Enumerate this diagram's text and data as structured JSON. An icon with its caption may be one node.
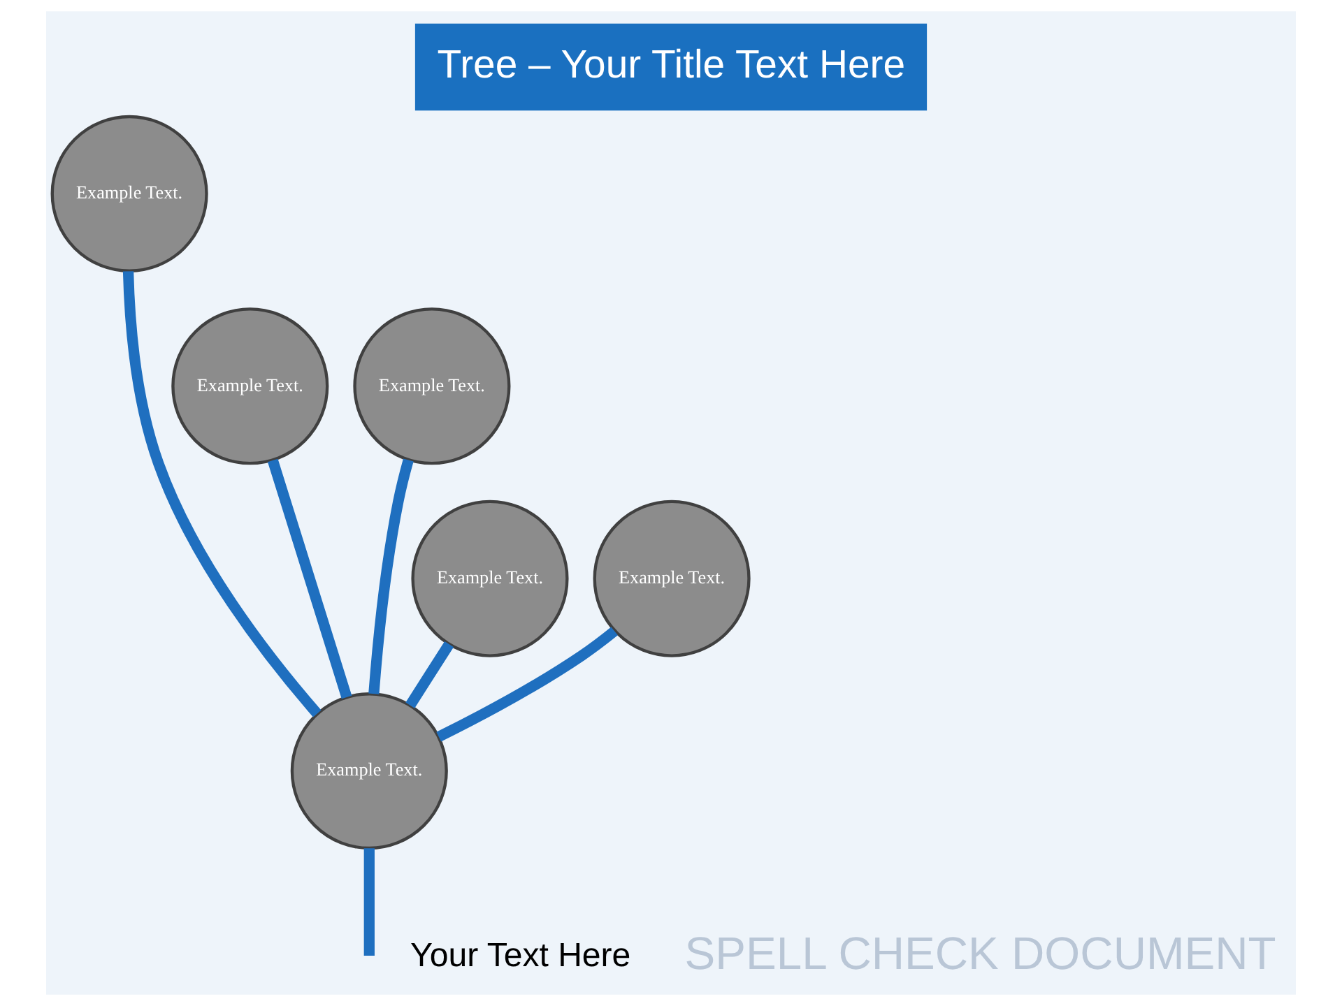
{
  "diagram": {
    "title": "Tree – Your Title Text Here",
    "nodes": [
      {
        "text": [
          "Example Text."
        ]
      },
      {
        "text": [
          "Example Text."
        ]
      },
      {
        "text": [
          "Example Text."
        ]
      },
      {
        "text": [
          "Example Text."
        ]
      },
      {
        "text": [
          "Example Text."
        ]
      },
      {
        "text": [
          "Example Text."
        ]
      }
    ],
    "edges": [
      {
        "from": null,
        "to": 4,
        "arrow": "none"
      },
      {
        "from": 4,
        "to": 0,
        "arrow": "none"
      },
      {
        "from": 4,
        "to": 1,
        "arrow": "none"
      },
      {
        "from": 4,
        "to": 2,
        "arrow": "none"
      },
      {
        "from": 4,
        "to": 3,
        "arrow": "none"
      },
      {
        "from": 4,
        "to": 5,
        "arrow": "none"
      }
    ],
    "labels": [
      "SPELL CHECK DOCUMENT",
      "Your Text Here"
    ]
  }
}
